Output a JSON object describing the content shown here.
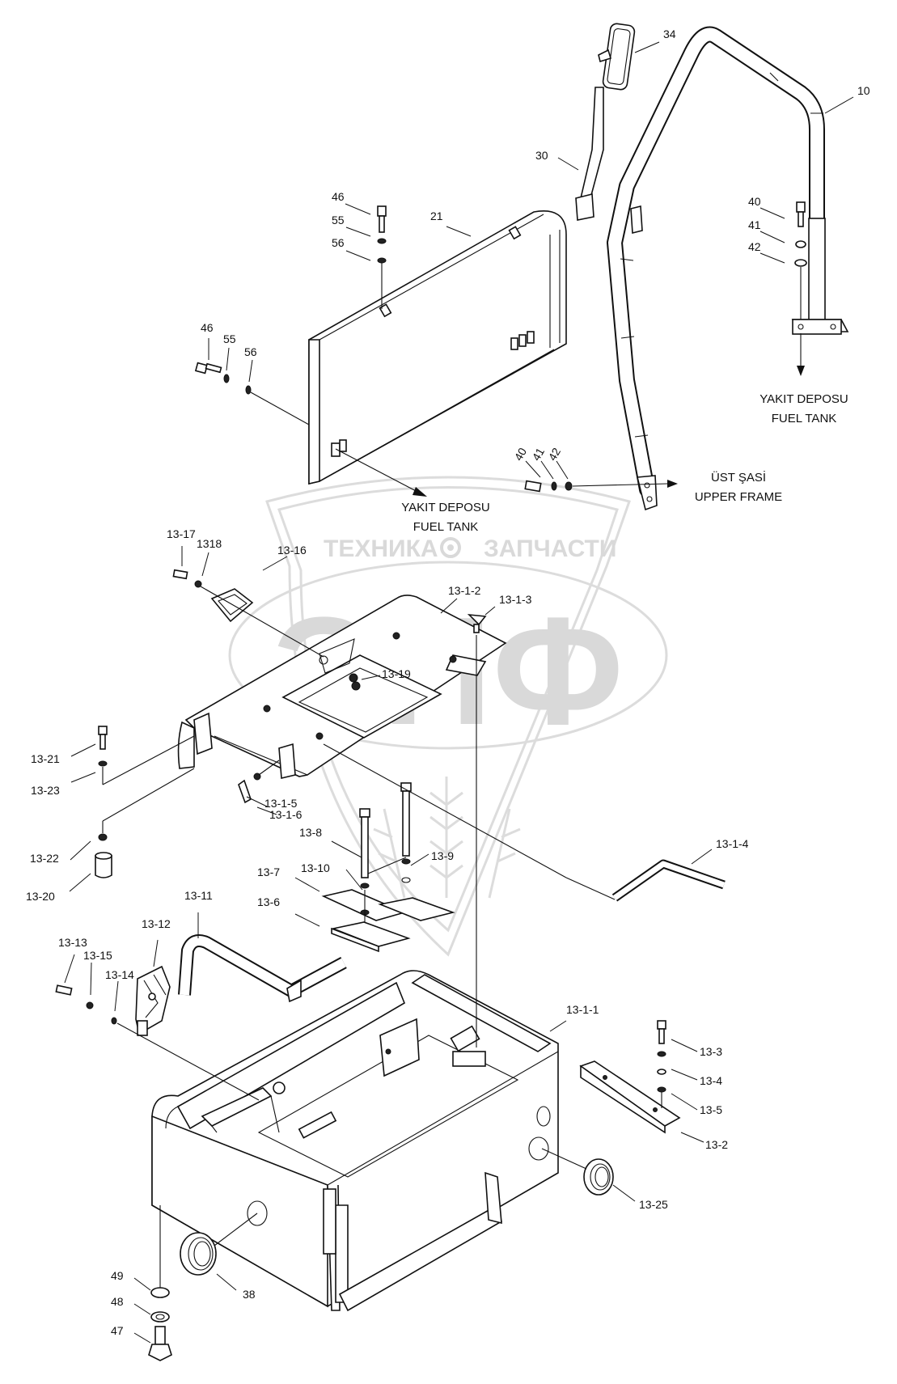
{
  "watermark": {
    "line1_left": "ТЕХНИКА",
    "line1_right": "ЗАПЧАСТИ",
    "logo": "ЭПФ",
    "gear_icon": "gear-icon"
  },
  "notes": {
    "fuel_tank_tr": [
      "YAKIT DEPOSU",
      "FUEL TANK"
    ],
    "fuel_tank_mid": [
      "YAKIT DEPOSU",
      "FUEL TANK"
    ],
    "upper_frame": [
      "ÜST ŞASİ",
      "UPPER FRAME"
    ]
  },
  "parts": {
    "p34": "34",
    "p10": "10",
    "p30": "30",
    "p21": "21",
    "p40a": "40",
    "p41a": "41",
    "p42a": "42",
    "p46a": "46",
    "p55a": "55",
    "p56a": "56",
    "p46b": "46",
    "p55b": "55",
    "p56b": "56",
    "p40b": "40",
    "p41b": "41",
    "p42b": "42",
    "p13_17": "13-17",
    "p1318": "1318",
    "p13_16": "13-16",
    "p13_1_2": "13-1-2",
    "p13_1_3": "13-1-3",
    "p13_19": "13-19",
    "p13_21": "13-21",
    "p13_23": "13-23",
    "p13_1_5": "13-1-5",
    "p13_1_6": "13-1-6",
    "p13_8": "13-8",
    "p13_9": "13-9",
    "p13_10": "13-10",
    "p13_7": "13-7",
    "p13_22": "13-22",
    "p13_20": "13-20",
    "p13_1_4": "13-1-4",
    "p13_6": "13-6",
    "p13_11": "13-11",
    "p13_12": "13-12",
    "p13_13": "13-13",
    "p13_15": "13-15",
    "p13_14": "13-14",
    "p13_1_1": "13-1-1",
    "p13_3": "13-3",
    "p13_4": "13-4",
    "p13_5": "13-5",
    "p13_2": "13-2",
    "p13_25": "13-25",
    "p49": "49",
    "p48": "48",
    "p47": "47",
    "p38": "38"
  }
}
